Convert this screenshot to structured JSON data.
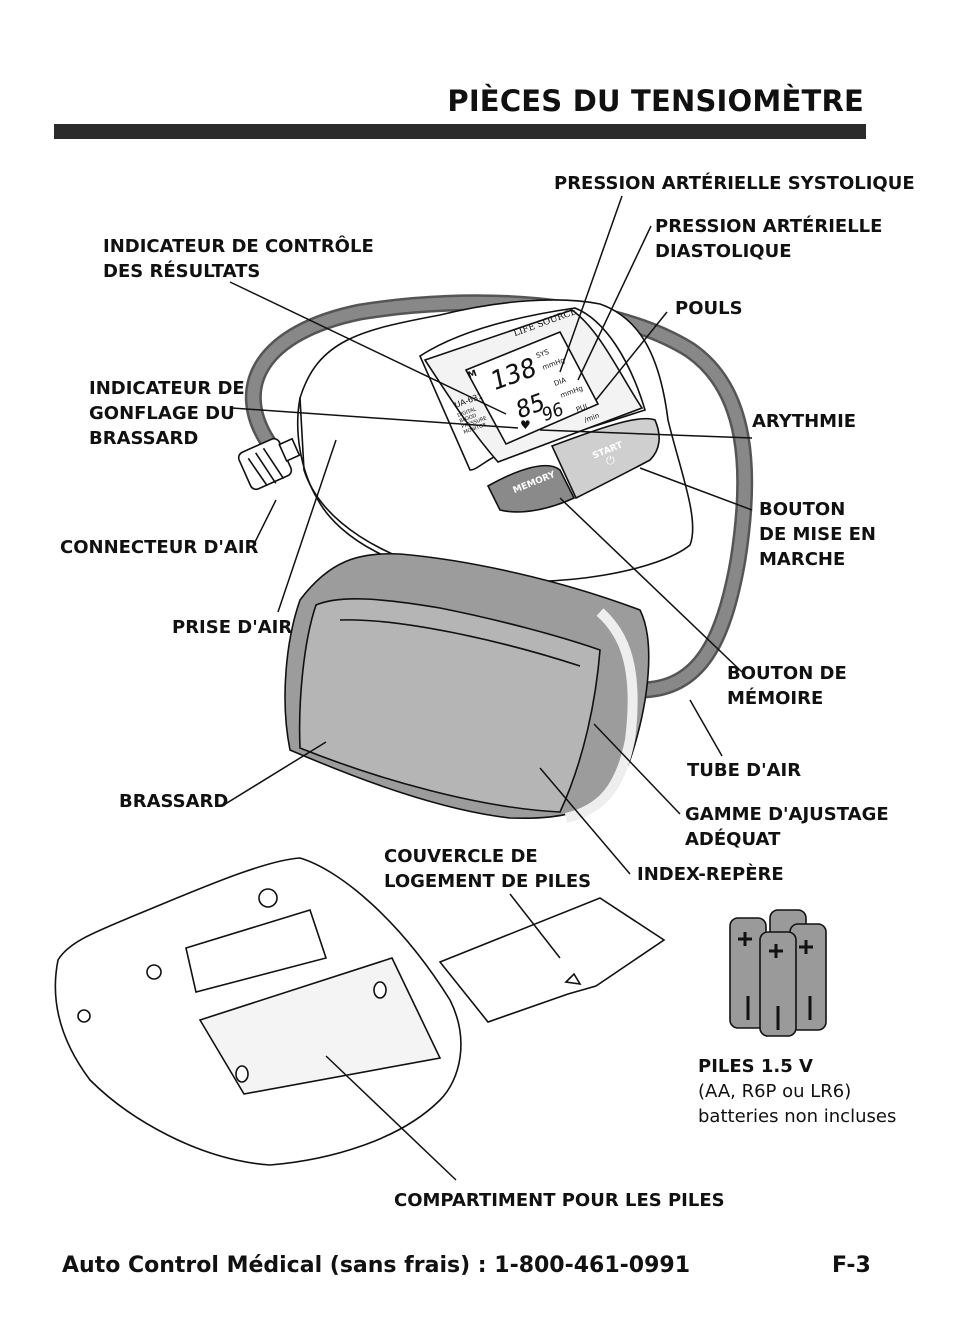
{
  "page": {
    "title": "PIÈCES DU TENSIOMÈTRE",
    "footer": "Auto Control Médical (sans frais) : 1-800-461-0991",
    "page_number": "F-3"
  },
  "labels": {
    "systolic": [
      "PRESSION ARTÉRIELLE SYSTOLIQUE"
    ],
    "diastolic": [
      "PRESSION ARTÉRIELLE",
      "DIASTOLIQUE"
    ],
    "check_indicator": [
      "INDICATEUR DE CONTRÔLE",
      "DES RÉSULTATS"
    ],
    "pulse": [
      "POULS"
    ],
    "inflation_indicator": [
      "INDICATEUR DE",
      "GONFLAGE DU",
      "BRASSARD"
    ],
    "arrhythmia": [
      "ARYTHMIE"
    ],
    "power_button": [
      "BOUTON",
      "DE MISE EN",
      "MARCHE"
    ],
    "air_connector": [
      "CONNECTEUR D'AIR"
    ],
    "air_jack": [
      "PRISE D'AIR"
    ],
    "memory_button": [
      "BOUTON DE",
      "MÉMOIRE"
    ],
    "air_tube": [
      "TUBE D'AIR"
    ],
    "cuff": [
      "BRASSARD"
    ],
    "fit_range": [
      "GAMME D'AJUSTAGE",
      "ADÉQUAT"
    ],
    "battery_cover": [
      "COUVERCLE DE",
      "LOGEMENT DE PILES"
    ],
    "index_mark": [
      "INDEX-REPÈRE"
    ],
    "batteries_title": "PILES 1.5 V",
    "batteries_type": "(AA, R6P ou LR6)",
    "batteries_note": "batteries non incluses",
    "battery_compartment": [
      "COMPARTIMENT POUR LES PILES"
    ]
  },
  "device": {
    "brand": "LIFE SOURCE",
    "model": "UA-631",
    "sys_reading": "138",
    "dia_reading": "85",
    "pulse_reading": "96",
    "sys_label": "SYS",
    "dia_label": "DIA",
    "pul_label": "PUL",
    "mmhg": "mmHg",
    "per_min": "/min",
    "memory_indicator": "M",
    "memory_button": "MEMORY",
    "start_button": "START",
    "side_text": [
      "DIGITAL",
      "BLOOD",
      "PRESSURE",
      "MONITOR"
    ]
  }
}
